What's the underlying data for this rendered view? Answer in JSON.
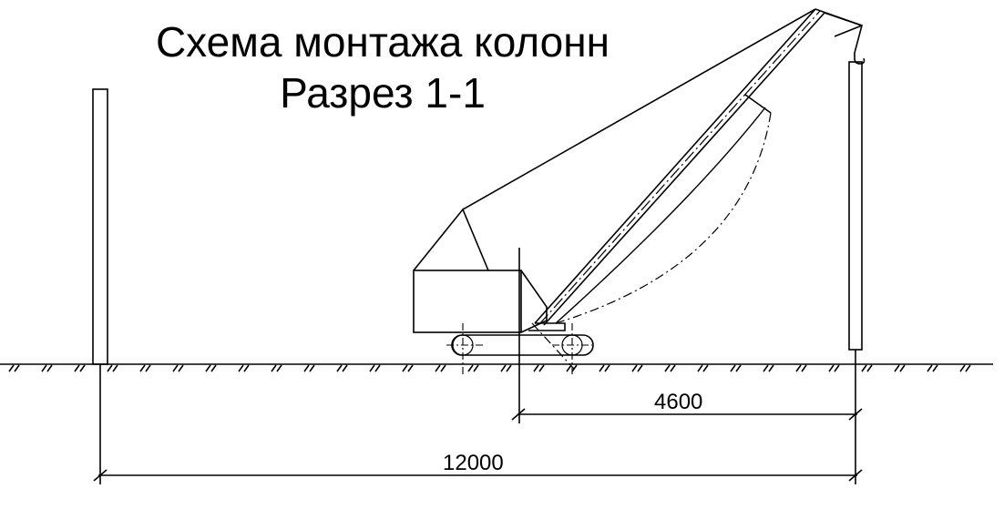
{
  "title": {
    "line1": "Схема монтажа колонн",
    "line2": "Разрез 1-1"
  },
  "dimensions": {
    "crane_to_column": "4600",
    "span": "12000"
  },
  "colors": {
    "ink": "#000000",
    "background": "#ffffff"
  }
}
